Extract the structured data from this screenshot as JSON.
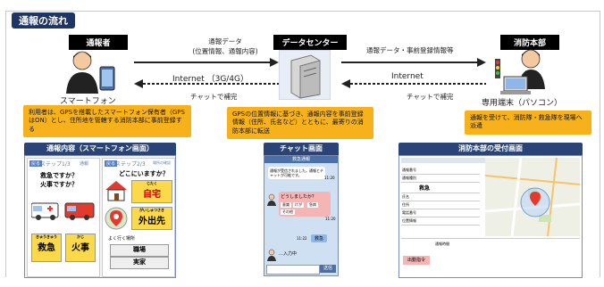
{
  "heading": "通報の流れ",
  "roles": {
    "caller": "通報者",
    "datacenter": "データセンター",
    "fire_hq": "消防本部"
  },
  "labels": {
    "smartphone": "スマートフォン",
    "terminal": "専用端末（パソコン）",
    "report_data_line1": "通報データ",
    "report_data_line2": "(位置情報、通報内容)",
    "forward_data": "通報データ・事前登録情報等",
    "internet_left": "Internet （3G/4G）",
    "internet_right": "Internet",
    "chat_left": "チャットで補完",
    "chat_right": "チャットで補完"
  },
  "notes": {
    "caller_note": "利用者は、GPSを搭載したスマートフォン保有者（GPSはON）とし、住所地を管轄する消防本部に事前登録する",
    "center_note": "GPSの位置情報に基づき、通報内容を事前登録情報（住所、氏名など）とともに、最寄りの消防本部に転送",
    "hq_note": "通報を受けて、消防隊・救急隊を現場へ派遣"
  },
  "panels": {
    "phone_title": "通報内容（スマートフォン画面）",
    "chat_title": "チャット画面",
    "hq_title": "消防本部の受付画面"
  },
  "phone_screen": {
    "back": "戻る",
    "step1": "ステップ1/3",
    "step1_sub": "通報",
    "step2": "ステップ2/3",
    "step2_sub": "場所の確認",
    "question1_line1": "救急ですか？",
    "question1_line2": "火事ですか？",
    "question2": "どこにいますか？",
    "btn_kyukyu_ruby": "きゅうきゅう",
    "btn_kyukyu": "救急",
    "btn_kaji_ruby": "かじ",
    "btn_kaji": "火事",
    "btn_jitaku_ruby": "じたく",
    "btn_jitaku": "自宅",
    "btn_gaishutsu_ruby": "がいしゅつさき",
    "btn_gaishutsu": "外出先",
    "frequent": "よく行く場所",
    "btn_shokuba": "職場",
    "btn_jikka": "実家"
  },
  "chat_screen": {
    "header": "救急通報",
    "msg1": "通報が受信されました。通報とチャットが可能です。",
    "msg1_time": "11:20",
    "msg2": "どうしましたか？",
    "choices": [
      "意識",
      "けが",
      "急病",
      "その他"
    ],
    "time2": "11:20",
    "reply": "救急",
    "time3": "11:22",
    "typing": "…入力中",
    "send": "送信"
  },
  "hq_screen": {
    "table_rows": [
      "通報番号",
      "通報種別",
      "救急",
      "氏名",
      "住所",
      "電話番号",
      "位置情報"
    ],
    "footer_label": "通報時間",
    "action": "出動指令"
  }
}
